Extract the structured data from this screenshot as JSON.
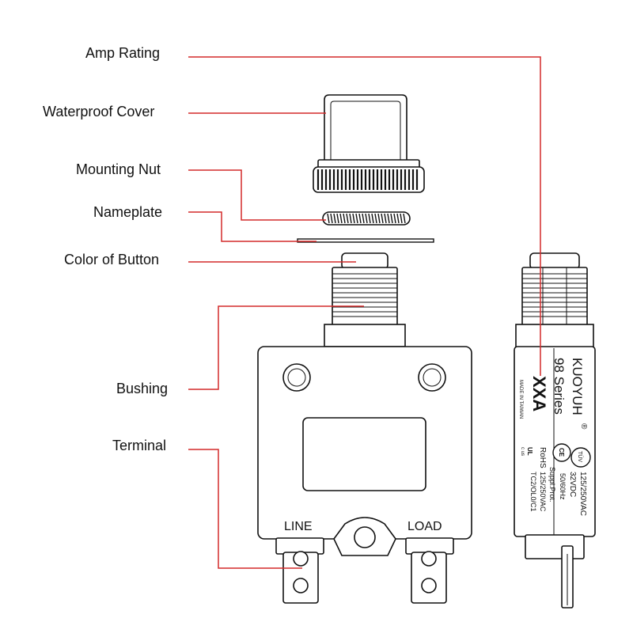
{
  "diagram": {
    "leader_color": "#d42a2a",
    "line_color": "#111111",
    "callouts": [
      {
        "id": "amp-rating",
        "label": "Amp Rating"
      },
      {
        "id": "waterproof-cover",
        "label": "Waterproof Cover"
      },
      {
        "id": "mounting-nut",
        "label": "Mounting Nut"
      },
      {
        "id": "nameplate",
        "label": "Nameplate"
      },
      {
        "id": "color-of-button",
        "label": "Color of Button"
      },
      {
        "id": "bushing",
        "label": "Bushing"
      },
      {
        "id": "terminal",
        "label": "Terminal"
      }
    ],
    "terminals": {
      "line": "LINE",
      "load": "LOAD"
    },
    "side_label": {
      "brand": "KUOYUH",
      "registered": "®",
      "series": "98 Series",
      "amp": "XXA",
      "made_in": "MADE IN TAIWAN",
      "rating_ac": "125/250VAC",
      "rating_dc": "32VDC",
      "frequency": "50/60Hz",
      "rohs": "RoHS",
      "suppl_prot": "Suppl.Prot.",
      "rating_ac_2": "125/250VAC",
      "class": "TC2/OL0/C1",
      "tuv_mark": "TÜV",
      "ce_mark": "CE",
      "ul_mark": "UL",
      "cus_mark": "c us"
    }
  }
}
